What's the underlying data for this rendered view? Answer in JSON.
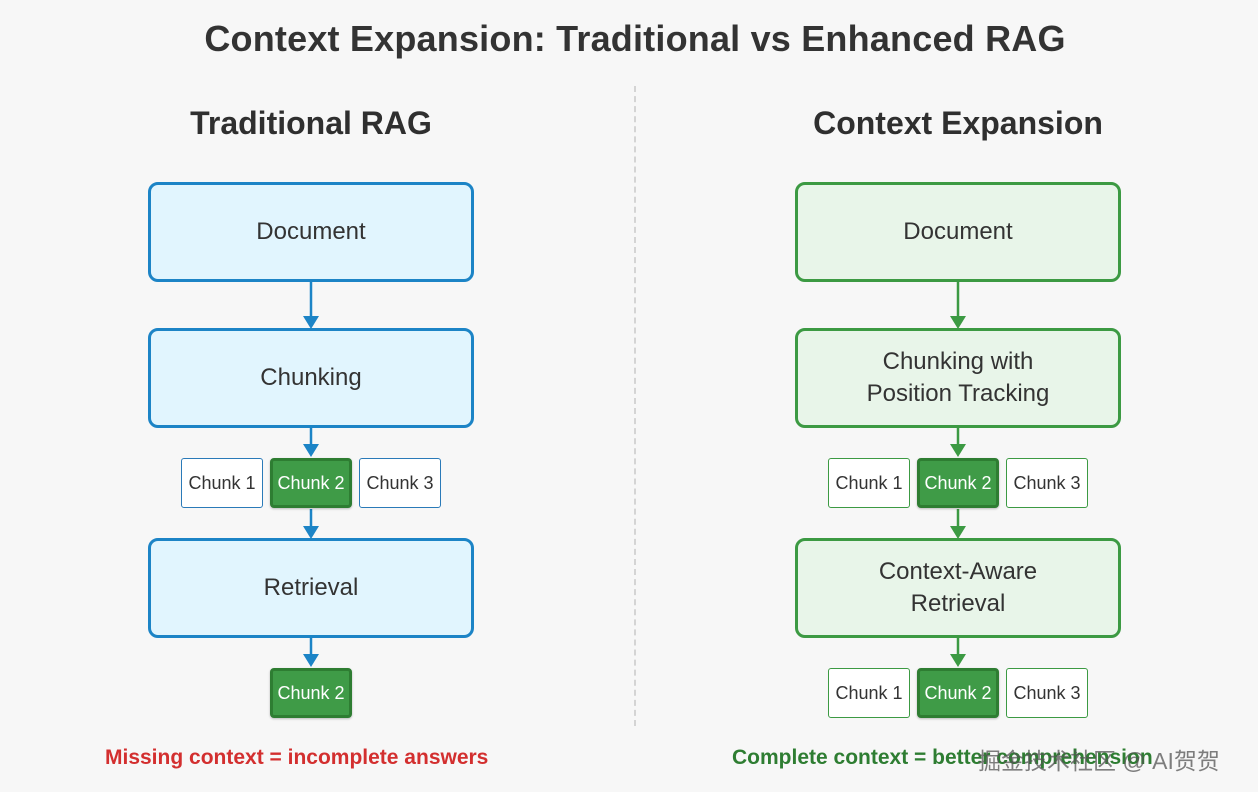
{
  "title": "Context Expansion: Traditional vs Enhanced RAG",
  "left": {
    "heading": "Traditional RAG",
    "document": "Document",
    "chunking": "Chunking",
    "chunks": [
      "Chunk 1",
      "Chunk 2",
      "Chunk 3"
    ],
    "retrieval": "Retrieval",
    "result_chunk": "Chunk 2",
    "footnote": "Missing context = incomplete answers"
  },
  "right": {
    "heading": "Context Expansion",
    "document": "Document",
    "chunking_line1": "Chunking with",
    "chunking_line2": "Position Tracking",
    "chunks": [
      "Chunk 1",
      "Chunk 2",
      "Chunk 3"
    ],
    "retrieval_line1": "Context-Aware",
    "retrieval_line2": "Retrieval",
    "result_chunks": [
      "Chunk 1",
      "Chunk 2",
      "Chunk 3"
    ],
    "footnote": "Complete context = better comprehension"
  },
  "watermark": "掘金技术社区 @ AI贺贺",
  "colors": {
    "blue": "#1c84c6",
    "green": "#3c9a43",
    "red": "#d32f2f"
  }
}
